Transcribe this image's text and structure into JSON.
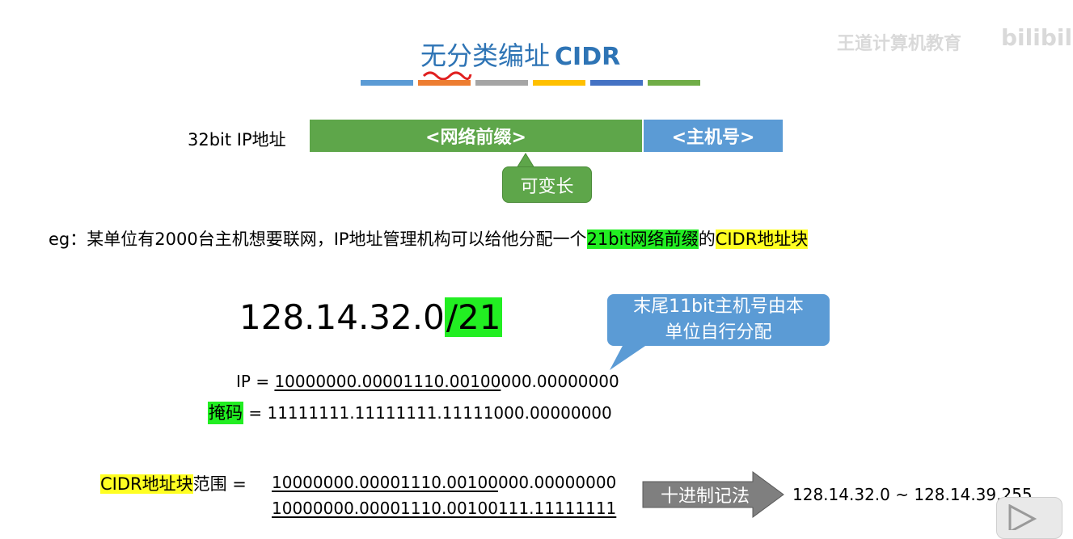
{
  "title": {
    "cn": "无分类编址",
    "latin": "CIDR"
  },
  "watermark": {
    "text": "王道计算机教育",
    "logo": "bilibili"
  },
  "stripe_colors": [
    "#5b9bd5",
    "#ed7d31",
    "#a5a5a5",
    "#ffc000",
    "#4472c4",
    "#70ad47"
  ],
  "diagram": {
    "ip_label": "32bit IP地址",
    "prefix_label": "<网络前缀>",
    "host_label": "<主机号>",
    "variable_note": "可变长"
  },
  "example": {
    "prefix": "eg：某单位有2000台主机想要联网，IP地址管理机构可以给他分配一个",
    "hl_prefix_bits": "21bit网络前缀",
    "middle": "的",
    "hl_block": "CIDR地址块"
  },
  "cidr": {
    "address": "128.14.32.0",
    "suffix": "/21",
    "bubble_line1": "末尾11bit主机号由本",
    "bubble_line2": "单位自行分配"
  },
  "binary": {
    "ip_label": "IP =",
    "ip_net": "10000000.00001110.00100",
    "ip_host": "000.00000000",
    "mask_label": "掩码",
    "mask_eq": "=",
    "mask_value": "11111111.11111111.11111000.00000000"
  },
  "range": {
    "hl_label": "CIDR地址块",
    "label_rest": "范围 =",
    "line1_net": "10000000.00001110.00100",
    "line1_host": "000.00000000",
    "line2_net": "10000000.00001110.00100",
    "line2_host": "111.11111111",
    "arrow_label": "十进制记法",
    "decimal": "128.14.32.0 ~ 128.14.39.255"
  },
  "colors": {
    "prefix_bar": "#5ea64a",
    "host_bar": "#5b9bd5",
    "highlight_green": "#22ee22",
    "highlight_yellow": "#ffff22",
    "arrow_gray": "#7f7f7f"
  }
}
